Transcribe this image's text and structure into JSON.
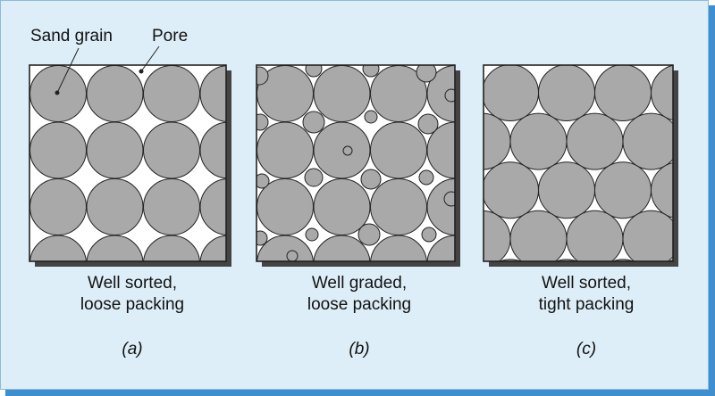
{
  "labels": {
    "sand_grain": "Sand grain",
    "pore": "Pore"
  },
  "panels": [
    {
      "caption_line1": "Well sorted,",
      "caption_line2": "loose packing",
      "letter": "(a)"
    },
    {
      "caption_line1": "Well graded,",
      "caption_line2": "loose packing",
      "letter": "(b)"
    },
    {
      "caption_line1": "Well sorted,",
      "caption_line2": "tight packing",
      "letter": "(c)"
    }
  ],
  "colors": {
    "background": "#ddeef8",
    "grain": "#a9a9a9",
    "outline": "#222222",
    "shadow": "#444444",
    "frame_shadow": "#3d8fd2"
  }
}
